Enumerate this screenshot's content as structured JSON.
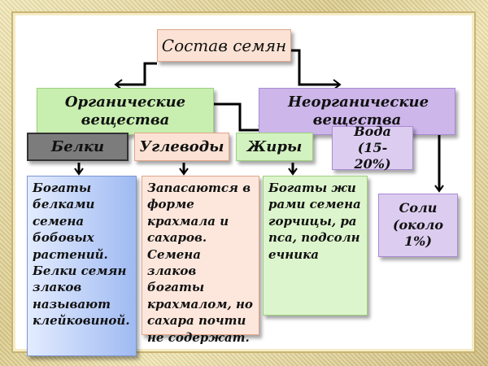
{
  "diagram": {
    "root": "Состав семян",
    "organic": "Органические вещества",
    "inorganic": "Неорганические вещества",
    "proteins": "Белки",
    "carbs": "Углеводы",
    "fats": "Жиры",
    "water": "Вода (15- 20%)",
    "salts": "Соли (около 1%)",
    "proteins_desc": "Богаты белками семена бобовых растений. Белки семян злаков называют клейковиной.",
    "carbs_desc": "Запасаются в форме крахмала и сахаров. Семена злаков богаты крахмалом, но сахара почти не содержат.",
    "fats_desc": "Богаты жирами семена горчицы, рапса, подсолнечника"
  },
  "colors": {
    "root_bg": "#fbe2d4",
    "organic_bg": "#c8efb0",
    "inorganic_bg": "#cdb6ea",
    "proteins_bg": "#7c7c7c",
    "proteins_desc_bg": "#9fbaf2",
    "frame": "#d9c886"
  }
}
